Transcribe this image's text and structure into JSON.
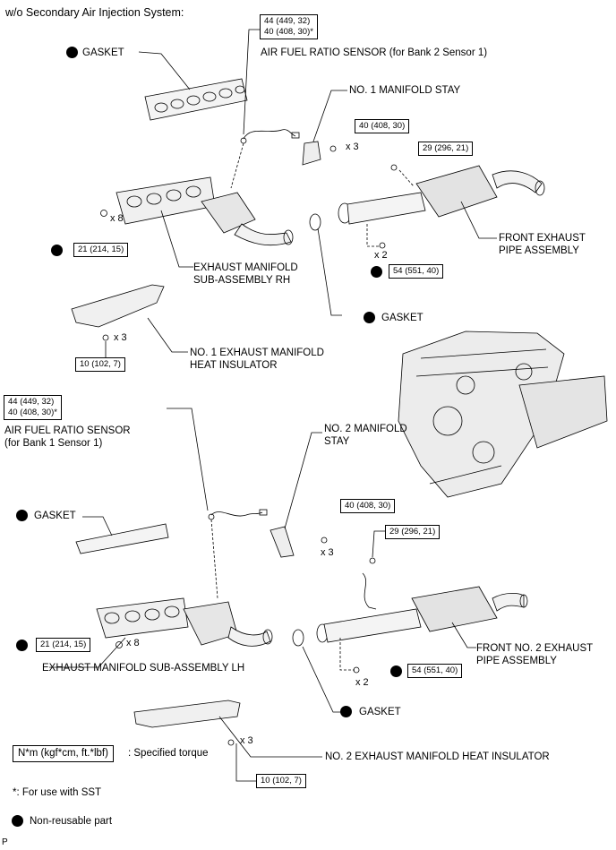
{
  "header": "w/o Secondary Air Injection System:",
  "labels": {
    "gasket_rh_top": "GASKET",
    "af_sensor_b2": "AIR FUEL RATIO SENSOR (for Bank 2 Sensor 1)",
    "manifold_stay_1": "NO. 1 MANIFOLD STAY",
    "front_pipe_line1": "FRONT EXHAUST",
    "front_pipe_line2": "PIPE ASSEMBLY",
    "manifold_rh_line1": "EXHAUST MANIFOLD",
    "manifold_rh_line2": "SUB-ASSEMBLY RH",
    "gasket_rh_pipe": "GASKET",
    "heat_ins_1_line1": "NO. 1 EXHAUST MANIFOLD",
    "heat_ins_1_line2": "HEAT INSULATOR",
    "af_sensor_b1_line1": "AIR FUEL RATIO SENSOR",
    "af_sensor_b1_line2": "(for Bank 1 Sensor 1)",
    "manifold_stay_2_line1": "NO. 2 MANIFOLD",
    "manifold_stay_2_line2": "STAY",
    "gasket_lh_top": "GASKET",
    "front_pipe_2_line1": "FRONT NO. 2 EXHAUST",
    "front_pipe_2_line2": "PIPE ASSEMBLY",
    "manifold_lh": "EXHAUST MANIFOLD SUB-ASSEMBLY LH",
    "gasket_lh_pipe": "GASKET",
    "heat_ins_2": "NO. 2 EXHAUST MANIFOLD HEAT INSULATOR"
  },
  "torques": {
    "af_b2_line1": "44 (449, 32)",
    "af_b2_line2": "40 (408, 30)*",
    "stay1": "40 (408, 30)",
    "pipe_top": "29 (296, 21)",
    "manifold_rh": "21 (214, 15)",
    "pipe_bottom": "54 (551, 40)",
    "ins1": "10 (102, 7)",
    "af_b1_line1": "44 (449, 32)",
    "af_b1_line2": "40 (408, 30)*",
    "stay2": "40 (408, 30)",
    "pipe2_top": "29 (296, 21)",
    "manifold_lh": "21 (214, 15)",
    "pipe2_bottom": "54 (551, 40)",
    "ins2": "10 (102, 7)"
  },
  "counts": {
    "stay1": "x 3",
    "manifold_rh": "x 8",
    "pipe_bottom": "x 2",
    "ins1": "x 3",
    "stay2": "x 3",
    "manifold_lh": "x 8",
    "pipe2_bottom": "x 2",
    "ins2": "x 3"
  },
  "legend": {
    "unit_box": "N*m (kgf*cm, ft.*lbf)",
    "unit_desc": ": Specified torque",
    "sst_note": "*: For use with SST",
    "nonreusable": "Non-reusable part"
  },
  "footer_mark": "P"
}
